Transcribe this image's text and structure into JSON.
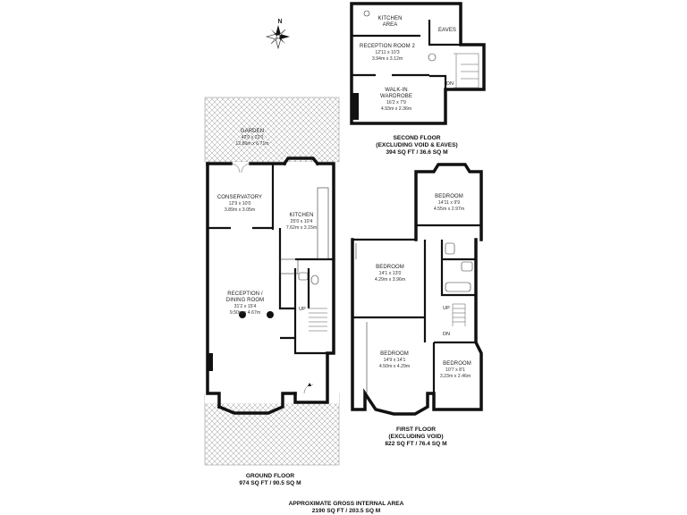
{
  "compass": {
    "north_label": "N"
  },
  "ground_floor": {
    "garden": {
      "name": "GARDEN",
      "dim_imperial": "42'0 x 22'0",
      "dim_metric": "12.80m x 6.71m"
    },
    "conservatory": {
      "name": "CONSERVATORY",
      "dim_imperial": "12'9 x 10'0",
      "dim_metric": "3.89m x 3.05m"
    },
    "kitchen": {
      "name": "KITCHEN",
      "dim_imperial": "25'0 x 10'4",
      "dim_metric": "7.62m x 3.15m"
    },
    "reception": {
      "name_line1": "RECEPTION /",
      "name_line2": "DINING ROOM",
      "dim_imperial": "31'2 x 15'4",
      "dim_metric": "9.50m x 4.67m"
    },
    "up_label": "UP",
    "title_line1": "GROUND FLOOR",
    "title_line2": "974 SQ FT / 90.5 SQ M"
  },
  "first_floor": {
    "bedroom_top": {
      "name": "BEDROOM",
      "dim_imperial": "14'11 x 9'9",
      "dim_metric": "4.55m x 2.97m"
    },
    "bedroom_mid": {
      "name": "BEDROOM",
      "dim_imperial": "14'1 x 13'0",
      "dim_metric": "4.29m x 3.96m"
    },
    "bedroom_front": {
      "name": "BEDROOM",
      "dim_imperial": "14'9 x 14'1",
      "dim_metric": "4.50m x 4.29m"
    },
    "bedroom_small": {
      "name": "BEDROOM",
      "dim_imperial": "10'7 x 8'1",
      "dim_metric": "3.23m x 2.46m"
    },
    "up_label": "UP",
    "dn_label": "DN",
    "title_line1": "FIRST FLOOR",
    "title_line2": "(EXCLUDING VOID)",
    "title_line3": "822 SQ FT / 76.4 SQ M"
  },
  "second_floor": {
    "kitchen_area": {
      "name_line1": "KITCHEN",
      "name_line2": "AREA"
    },
    "eaves_label": "EAVES",
    "reception2": {
      "name": "RECEPTION ROOM 2",
      "dim_imperial": "12'11 x 10'3",
      "dim_metric": "3.94m x 3.12m"
    },
    "wardrobe": {
      "name_line1": "WALK-IN",
      "name_line2": "WARDROBE",
      "dim_imperial": "16'2 x 7'9",
      "dim_metric": "4.93m x 2.36m"
    },
    "dn_label": "DN",
    "title_line1": "SECOND FLOOR",
    "title_line2": "(EXCLUDING VOID & EAVES)",
    "title_line3": "394 SQ FT / 36.6 SQ M"
  },
  "total": {
    "title_line1": "APPROXIMATE GROSS INTERNAL AREA",
    "title_line2": "2190 SQ FT / 203.5 SQ M"
  }
}
